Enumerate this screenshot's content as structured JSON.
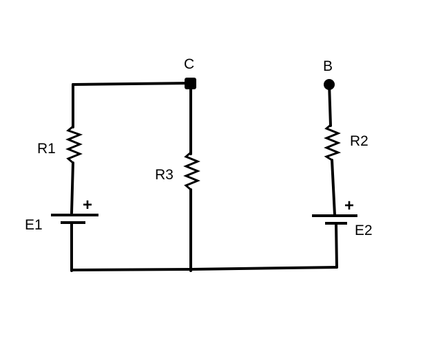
{
  "diagram": {
    "labels": {
      "node_c": "C",
      "node_b": "B",
      "r1": "R1",
      "r2": "R2",
      "r3": "R3",
      "e1": "E1",
      "e2": "E2",
      "e1_plus": "+",
      "e2_plus": "+"
    },
    "colors": {
      "stroke": "#000000",
      "background": "#ffffff"
    }
  }
}
